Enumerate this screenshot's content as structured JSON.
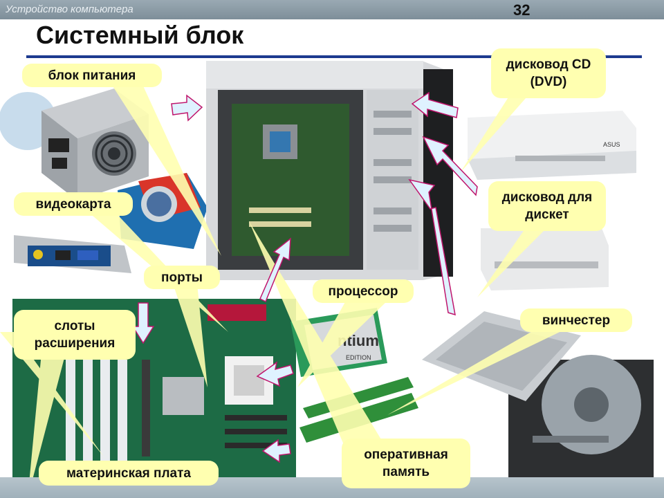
{
  "header": {
    "section": "Устройство компьютера",
    "slide_number": "32"
  },
  "title": "Системный блок",
  "labels": {
    "psu": "блок питания",
    "cd": "дисковод CD (DVD)",
    "video": "видеокарта",
    "floppy": "дисковод для дискет",
    "ports": "порты",
    "cpu": "процессор",
    "hdd": "винчестер",
    "slots": "слоты расширения",
    "ram": "оперативная память",
    "mobo": "материнская плата"
  },
  "photos": {
    "case_brand": "ASUS",
    "cpu_text": "ntium",
    "cpu_sub": "EDITION"
  },
  "colors": {
    "label_bg": "#ffffb0",
    "title_line": "#1d3a8f",
    "arrow_stroke": "#c0156c"
  }
}
